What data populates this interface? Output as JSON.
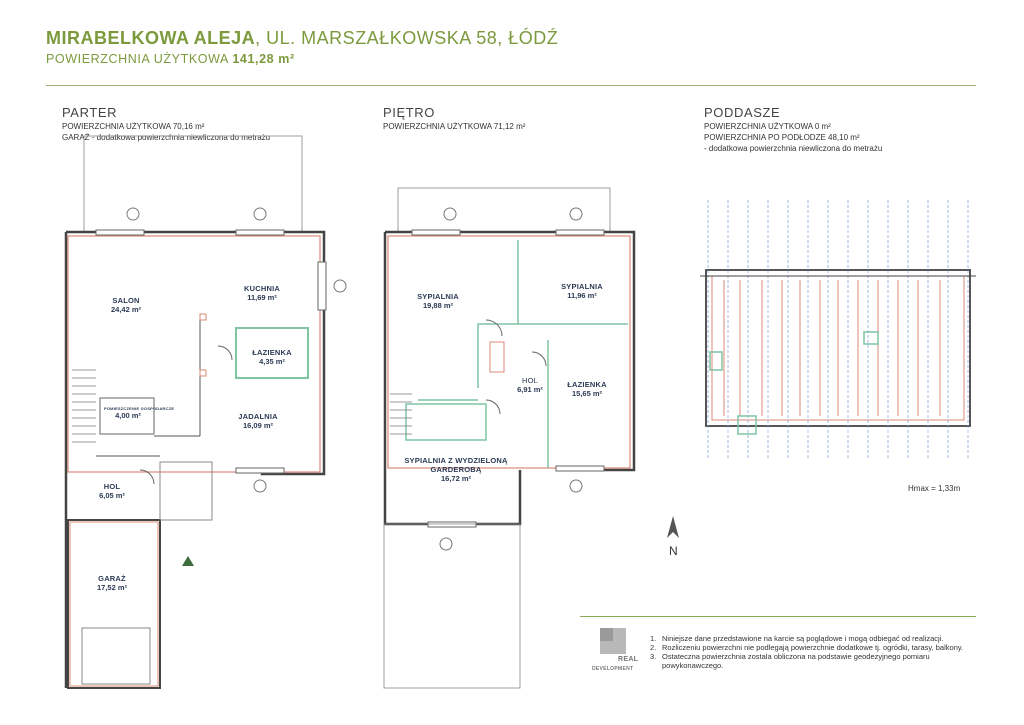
{
  "header": {
    "name": "MIRABELKOWA ALEJA",
    "address": ", UL. MARSZAŁKOWSKA 58, ŁÓDŹ",
    "area_label": "POWIERZCHNIA UŻYTKOWA",
    "area_value": "141,28 m²"
  },
  "parter": {
    "title": "PARTER",
    "line1": "POWIERZCHNIA UŻYTKOWA 70,16 m²",
    "line2": "GARAŻ - dodatkowa powierzchnia niewliczona do metrażu",
    "rooms": [
      {
        "name": "SALON",
        "area": "24,42 m²"
      },
      {
        "name": "KUCHNIA",
        "area": "11,69 m²"
      },
      {
        "name": "ŁAZIENKA",
        "area": "4,35 m²"
      },
      {
        "name": "POMIESZCZENIE GOSPODARCZE",
        "area": "4,00 m²"
      },
      {
        "name": "JADALNIA",
        "area": "16,09 m²"
      },
      {
        "name": "HOL",
        "area": "6,05 m²"
      },
      {
        "name": "GARAŻ",
        "area": "17,52 m²"
      }
    ]
  },
  "pietro": {
    "title": "PIĘTRO",
    "line1": "POWIERZCHNIA UŻYTKOWA 71,12 m²",
    "rooms": [
      {
        "name": "SYPIALNIA",
        "area": "19,88 m²"
      },
      {
        "name": "SYPIALNIA",
        "area": "11,96 m²"
      },
      {
        "name": "HOL",
        "area": "6,91 m²"
      },
      {
        "name": "ŁAZIENKA",
        "area": "15,65 m²"
      },
      {
        "name": "SYPIALNIA Z WYDZIELONĄ",
        "name2": "GARDEROBĄ",
        "area": "16,72 m²"
      }
    ]
  },
  "poddasze": {
    "title": "PODDASZE",
    "line1": "POWIERZCHNIA UŻYTKOWA 0 m²",
    "line2": "POWIERZCHNIA PO PODŁODZE 48,10 m²",
    "line3": "- dodatkowa powierzchnia niewliczona do metrażu",
    "hmax": "Hmax = 1,33m"
  },
  "compass": {
    "letter": "N"
  },
  "logo": {
    "line1": "REAL",
    "line2": "DEVELOPMENT"
  },
  "notes": [
    {
      "num": "1.",
      "text": "Niniejsze dane przedstawione na karcie są poglądowe i mogą odbiegać od realizacji."
    },
    {
      "num": "2.",
      "text": "Rozliczeniu powierzchni nie podlegają powierzchnie dodatkowe tj. ogródki, tarasy, balkony."
    },
    {
      "num": "3.",
      "text": "Ostateczna powierzchnia zostala obliczona na podstawie geodezyjnego pomiaru"
    },
    {
      "num": "",
      "text": "powykonawczego."
    }
  ],
  "colors": {
    "brand_green": "#7c9a3c",
    "wall_red": "#d98a7a",
    "room_green": "#7fc4a3",
    "text_navy": "#2b3a55"
  }
}
